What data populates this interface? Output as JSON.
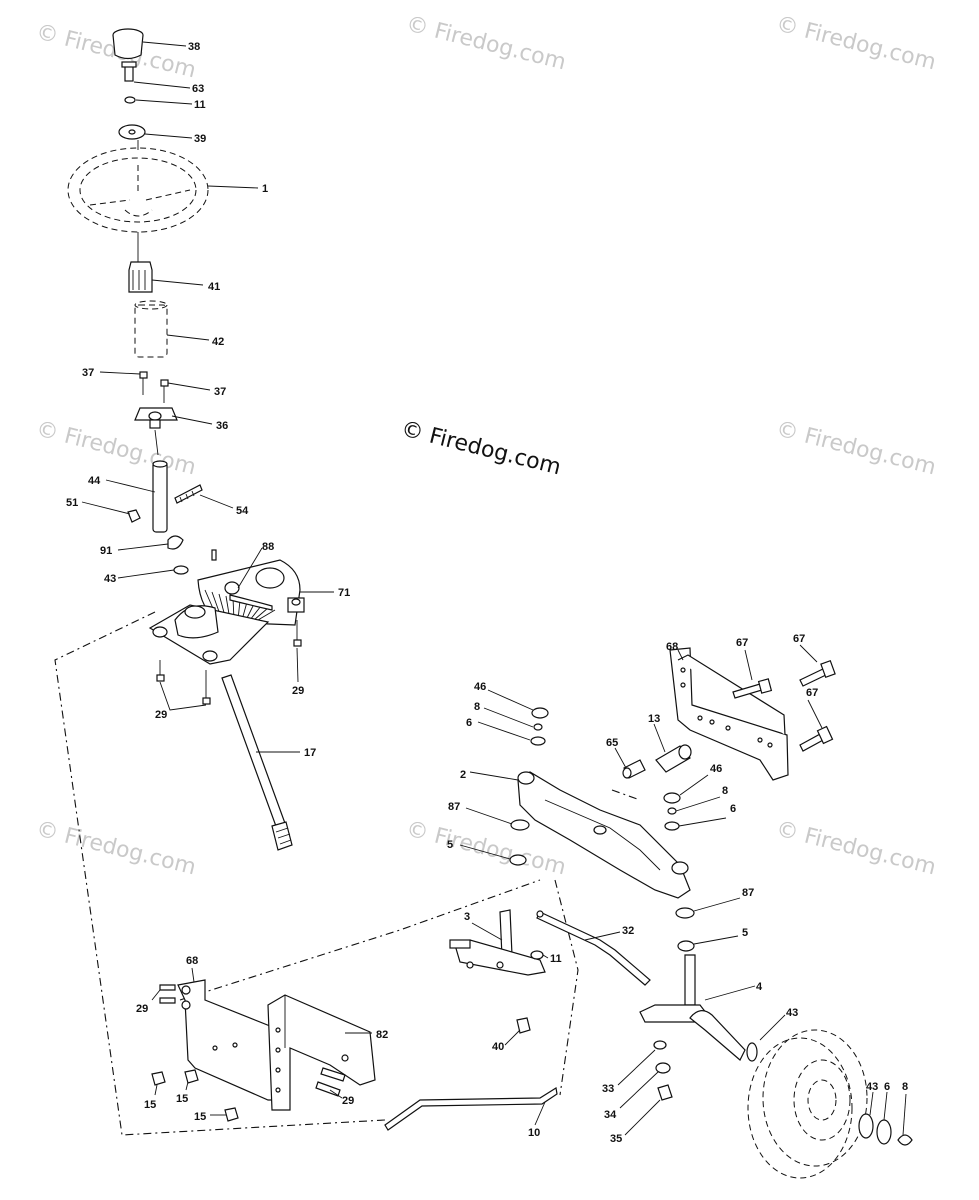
{
  "watermark": {
    "text": "© Firedog.com",
    "center_text": "© Firedog.com"
  },
  "callouts": {
    "c38": "38",
    "c63": "63",
    "c11a": "11",
    "c39": "39",
    "c1": "1",
    "c41": "41",
    "c42": "42",
    "c37a": "37",
    "c37b": "37",
    "c36": "36",
    "c44": "44",
    "c51": "51",
    "c54": "54",
    "c91": "91",
    "c88": "88",
    "c43a": "43",
    "c71": "71",
    "c29a": "29",
    "c29b": "29",
    "c17": "17",
    "c46a": "46",
    "c8a": "8",
    "c6a": "6",
    "c2": "2",
    "c87a": "87",
    "c5a": "5",
    "c68a": "68",
    "c67a": "67",
    "c67b": "67",
    "c67c": "67",
    "c13": "13",
    "c65": "65",
    "c46b": "46",
    "c8b": "8",
    "c6b": "6",
    "c87b": "87",
    "c5b": "5",
    "c3": "3",
    "c32": "32",
    "c11b": "11",
    "c4": "4",
    "c43b": "43",
    "c40": "40",
    "c33": "33",
    "c34": "34",
    "c35": "35",
    "c43c": "43",
    "c6c": "6",
    "c8c": "8",
    "c68b": "68",
    "c29c": "29",
    "c82": "82",
    "c29d": "29",
    "c15a": "15",
    "c15b": "15",
    "c15c": "15",
    "c10": "10"
  }
}
